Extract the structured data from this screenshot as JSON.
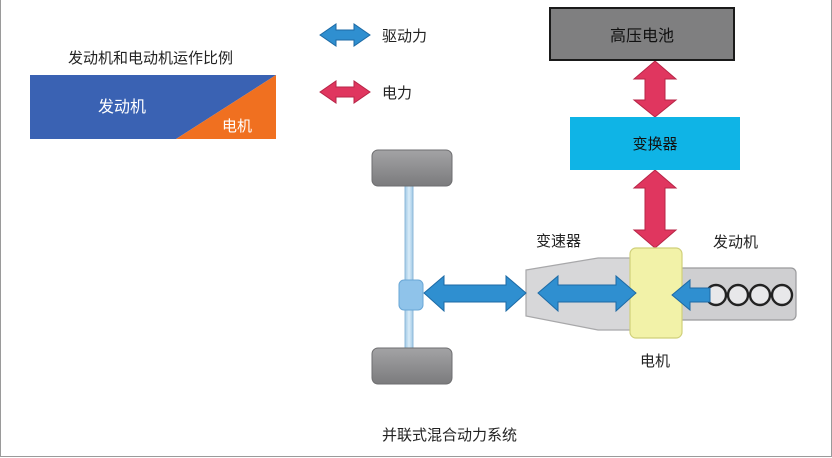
{
  "diagram": {
    "title": "并联式混合动力系统",
    "ratio_panel": {
      "title": "发动机和电动机运作比例",
      "engine_label": "发动机",
      "motor_label": "电机",
      "engine_color": "#3a62b3",
      "motor_color": "#f07020"
    },
    "legend": {
      "drive_label": "驱动力",
      "drive_color": "#2f8fd0",
      "electric_label": "电力",
      "electric_color": "#e0365f"
    },
    "components": {
      "battery": "高压电池",
      "inverter": "变换器",
      "transmission": "变速器",
      "engine": "发动机",
      "motor": "电机"
    },
    "colors": {
      "battery_fill": "#7f7f80",
      "inverter_fill": "#0fb4e6",
      "motor_fill": "#f2f2a8",
      "wheel_fill": "#8d8d8f",
      "axle_fill": "#b3d6ee"
    }
  }
}
